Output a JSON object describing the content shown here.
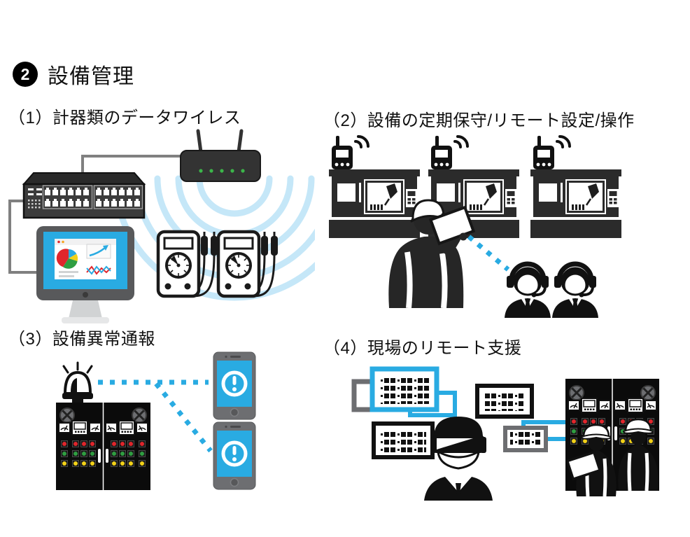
{
  "header": {
    "badge": "2",
    "title": "設備管理"
  },
  "sections": [
    {
      "id": 1,
      "label": "（1）計器類のデータワイレス"
    },
    {
      "id": 2,
      "label": "（2）設備の定期保守/リモート設定/操作"
    },
    {
      "id": 3,
      "label": "（3）設備異常通報"
    },
    {
      "id": 4,
      "label": "（4）現場のリモート支援"
    }
  ],
  "icons": {
    "section1": [
      "network-switch-icon",
      "wifi-router-icon",
      "wireless-waves-icon",
      "desktop-monitor-icon",
      "multimeter-icon"
    ],
    "section2": [
      "cnc-machine-icon",
      "walkie-talkie-icon",
      "field-worker-icon",
      "headset-operator-icon",
      "wireless-link-dotted-line"
    ],
    "section3": [
      "alarm-lamp-icon",
      "control-cabinet-icon",
      "smartphone-alert-icon",
      "wireless-link-dotted-line"
    ],
    "section4": [
      "data-panel-icon",
      "smart-glasses-user-icon",
      "control-cabinet-icon",
      "back-worker-icon"
    ]
  },
  "colors": {
    "accent_blue": "#29ABE2",
    "light_blue": "#C5E7F8",
    "dark_icon": "#262626",
    "ink_black": "#111111",
    "connector_gray": "#808080",
    "mid_gray": "#6d6e71",
    "led_green": "#3CB54A",
    "lamp_red": "#E0262C",
    "lamp_yellow": "#F2D118"
  }
}
